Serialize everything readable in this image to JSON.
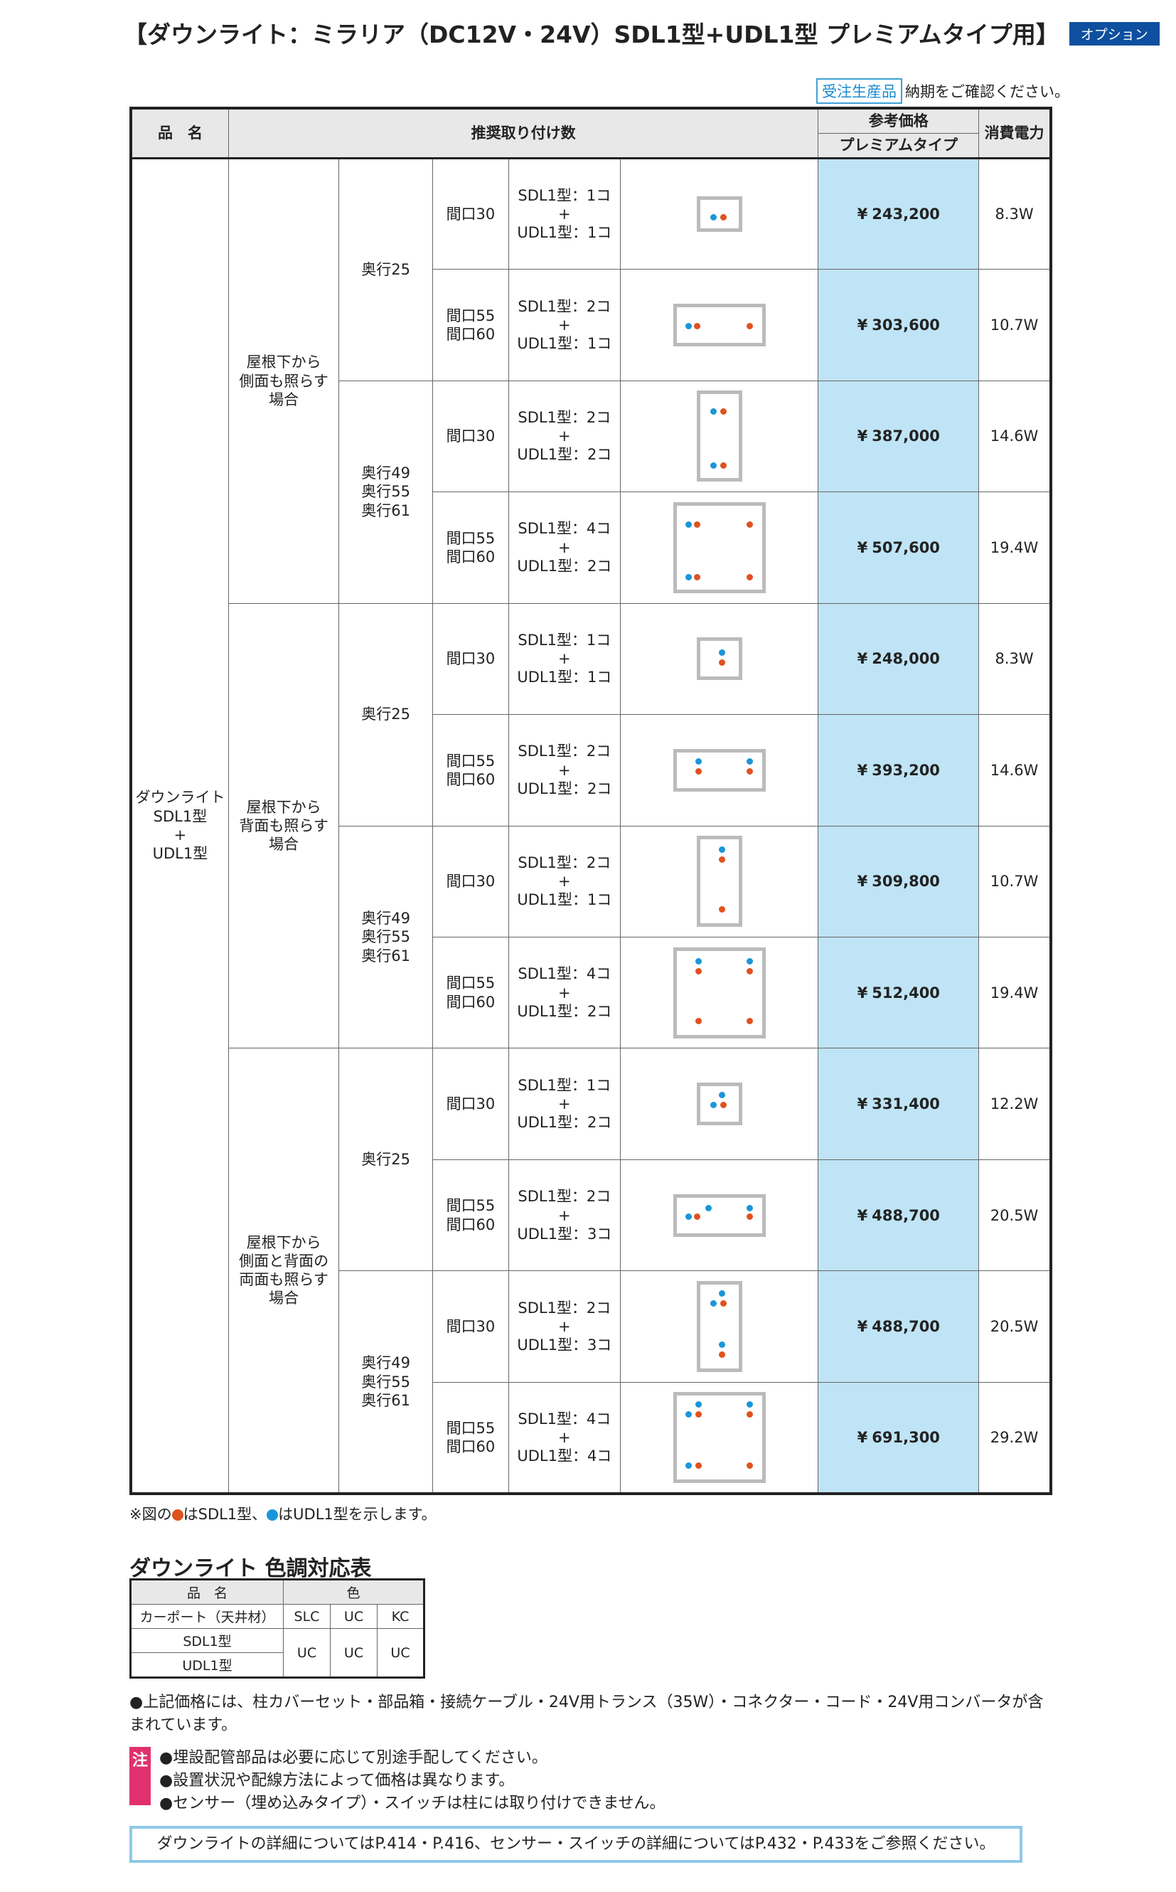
{
  "title": "【ダウンライト：ミラリア（DC12V・24V）SDL1型+UDL1型 プレミアムタイプ用】",
  "option_badge": "オプション",
  "order_note": {
    "badge": "受注生産品",
    "text": "納期をご確認ください。"
  },
  "table": {
    "headers": {
      "product": "品　名",
      "recommended": "推奨取り付け数",
      "price": "参考価格",
      "price_type": "プレミアムタイプ",
      "power": "消費電力"
    },
    "product_name": "ダウンライト\nSDL1型\n+\nUDL1型",
    "groups": [
      {
        "case": "屋根下から\n側面も照らす\n場合",
        "depths": [
          {
            "depth": "奥行25",
            "rows": [
              {
                "width": "間口30",
                "count": "SDL1型：1コ\n+\nUDL1型：1コ",
                "price": "243,200",
                "power": "8.3W"
              },
              {
                "width": "間口55\n間口60",
                "count": "SDL1型：2コ\n+\nUDL1型：1コ",
                "price": "303,600",
                "power": "10.7W"
              }
            ]
          },
          {
            "depth": "奥行49\n奥行55\n奥行61",
            "rows": [
              {
                "width": "間口30",
                "count": "SDL1型：2コ\n+\nUDL1型：2コ",
                "price": "387,000",
                "power": "14.6W"
              },
              {
                "width": "間口55\n間口60",
                "count": "SDL1型：4コ\n+\nUDL1型：2コ",
                "price": "507,600",
                "power": "19.4W"
              }
            ]
          }
        ]
      },
      {
        "case": "屋根下から\n背面も照らす\n場合",
        "depths": [
          {
            "depth": "奥行25",
            "rows": [
              {
                "width": "間口30",
                "count": "SDL1型：1コ\n+\nUDL1型：1コ",
                "price": "248,000",
                "power": "8.3W"
              },
              {
                "width": "間口55\n間口60",
                "count": "SDL1型：2コ\n+\nUDL1型：2コ",
                "price": "393,200",
                "power": "14.6W"
              }
            ]
          },
          {
            "depth": "奥行49\n奥行55\n奥行61",
            "rows": [
              {
                "width": "間口30",
                "count": "SDL1型：2コ\n+\nUDL1型：1コ",
                "price": "309,800",
                "power": "10.7W"
              },
              {
                "width": "間口55\n間口60",
                "count": "SDL1型：4コ\n+\nUDL1型：2コ",
                "price": "512,400",
                "power": "19.4W"
              }
            ]
          }
        ]
      },
      {
        "case": "屋根下から\n側面と背面の\n両面も照らす\n場合",
        "depths": [
          {
            "depth": "奥行25",
            "rows": [
              {
                "width": "間口30",
                "count": "SDL1型：1コ\n+\nUDL1型：2コ",
                "price": "331,400",
                "power": "12.2W"
              },
              {
                "width": "間口55\n間口60",
                "count": "SDL1型：2コ\n+\nUDL1型：3コ",
                "price": "488,700",
                "power": "20.5W"
              }
            ]
          },
          {
            "depth": "奥行49\n奥行55\n奥行61",
            "rows": [
              {
                "width": "間口30",
                "count": "SDL1型：2コ\n+\nUDL1型：3コ",
                "price": "488,700",
                "power": "20.5W"
              },
              {
                "width": "間口55\n間口60",
                "count": "SDL1型：4コ\n+\nUDL1型：4コ",
                "price": "691,300",
                "power": "29.2W"
              }
            ]
          }
        ]
      }
    ]
  },
  "currency": "¥",
  "footnote": {
    "prefix": "※図の",
    "mid": "はSDL1型、",
    "suffix": "はUDL1型を示します。"
  },
  "color_table": {
    "title": "ダウンライト 色調対応表",
    "head_product": "品　名",
    "head_color": "色",
    "rows": [
      {
        "name": "カーポート（天井材）",
        "vals": [
          "SLC",
          "UC",
          "KC"
        ]
      },
      {
        "name": "SDL1型",
        "vals": [
          "UC",
          "UC",
          "UC"
        ]
      },
      {
        "name": "UDL1型"
      }
    ]
  },
  "bullets": [
    "●上記価格には、柱カバーセット・部品箱・接続ケーブル・24V用トランス（35W）・コネクター・コード・24V用コンバータが含まれています。"
  ],
  "notes": {
    "tag": "注",
    "lines": [
      "●埋設配管部品は必要に応じて別途手配してください。",
      "●設置状況や配線方法によって価格は異なります。",
      "●センサー（埋め込みタイプ）・スイッチは柱には取り付けできません。"
    ]
  },
  "reference": "ダウンライトの詳細についてはP.414・P.416、センサー・スイッチの詳細についてはP.432・P.433をご参照ください。"
}
